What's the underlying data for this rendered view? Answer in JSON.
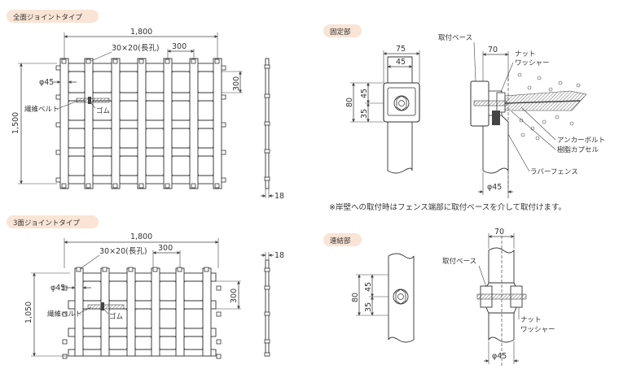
{
  "sections": {
    "full": "全面ジョイントタイプ",
    "three": "3面ジョイントタイプ",
    "fixed": "固定部",
    "connect": "連結部"
  },
  "full_view": {
    "width": "1,800",
    "slot": "30×20(長孔)",
    "pitch": "300",
    "dia": "φ45",
    "height": "1,500",
    "cell": "300",
    "belt": "繊維ベルト",
    "rubber": "ゴム",
    "thickness": "18"
  },
  "three_view": {
    "width": "1,800",
    "slot": "30×20(長孔)",
    "pitch": "300",
    "dia": "φ45",
    "height": "1,050",
    "cell": "300",
    "belt": "繊維ベルト",
    "rubber": "ゴム",
    "thickness": "18"
  },
  "fixed_detail": {
    "w75": "75",
    "w45": "45",
    "h80": "80",
    "h45": "45",
    "h35": "35",
    "base": "取付ベース",
    "d70": "70",
    "nut": "ナット",
    "washer": "ワッシャー",
    "anchor": "アンカーボルト",
    "capsule": "樹脂カプセル",
    "fence": "ラバーフェンス",
    "dia": "φ45"
  },
  "note": "※岸壁への取付時はフェンス端部に取付ベースを介して取付けます。",
  "connect_detail": {
    "h80": "80",
    "h45": "45",
    "h35": "35",
    "base": "取付ベース",
    "d70": "70",
    "nut": "ナット",
    "washer": "ワッシャー",
    "dia": "φ45"
  }
}
